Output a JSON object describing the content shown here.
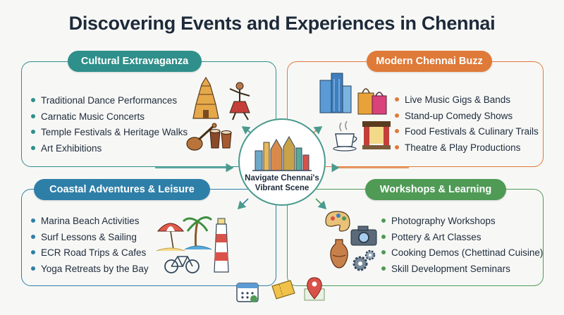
{
  "title": "Discovering Events and Experiences in Chennai",
  "hub": {
    "line1": "Navigate Chennai's",
    "line2": "Vibrant Scene"
  },
  "panels": {
    "cultural": {
      "title": "Cultural Extravaganza",
      "color": "#2f8f8a",
      "items": [
        "Traditional Dance Performances",
        "Carnatic Music Concerts",
        "Temple Festivals & Heritage Walks",
        "Art Exhibitions"
      ]
    },
    "modern": {
      "title": "Modern Chennai Buzz",
      "color": "#e07a38",
      "items": [
        "Live Music Gigs & Bands",
        "Stand-up Comedy Shows",
        "Food Festivals & Culinary Trails",
        "Theatre & Play Productions"
      ]
    },
    "coastal": {
      "title": "Coastal Adventures & Leisure",
      "color": "#2e7fa8",
      "items": [
        "Marina Beach Activities",
        "Surf Lessons & Sailing",
        "ECR Road Trips & Cafes",
        "Yoga Retreats by the Bay"
      ]
    },
    "workshops": {
      "title": "Workshops & Learning",
      "color": "#4f9a55",
      "items": [
        "Photography Workshops",
        "Pottery & Art Classes",
        "Cooking Demos (Chettinad Cuisine)",
        "Skill Development Seminars"
      ]
    }
  },
  "icons": [
    "temple-gopuram-icon",
    "dancer-icon",
    "veena-icon",
    "drum-icon",
    "skyscraper-icon",
    "shopping-bags-icon",
    "coffee-cup-icon",
    "stage-icon",
    "umbrella-icon",
    "palm-tree-icon",
    "lighthouse-icon",
    "bicycle-icon",
    "palette-icon",
    "camera-icon",
    "pottery-vase-icon",
    "gears-icon",
    "calendar-icon",
    "ticket-icon",
    "location-pin-icon",
    "city-skyline-icon"
  ]
}
